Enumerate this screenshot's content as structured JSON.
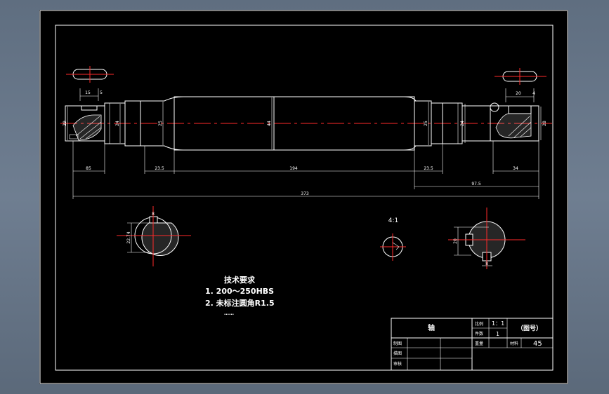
{
  "dimensions": {
    "d_left_end": "29",
    "d_left_journal": "24",
    "d_left_step": "25",
    "d_middle": "44",
    "d_right_step": "25",
    "d_right_journal": "24",
    "d_right_end": "28",
    "len_left_keyway": "15",
    "len_left_keyway_offset": "5",
    "len_right_keyway": "20",
    "len_right_keyway_offset": "4",
    "len_left_end": "85",
    "len_left_step": "23.5",
    "len_middle": "194",
    "len_right_step": "23.5",
    "len_right_end": "34",
    "len_right_total": "97.5",
    "len_overall": "373",
    "section_left_depth": "22.74",
    "section_left_width": "8",
    "section_right_depth": "20",
    "section_right_width": "8",
    "detail_scale": "4:1"
  },
  "requirements": {
    "title": "技术要求",
    "item1": "1. 200～250HBS",
    "item2": "2. 未标注圆角R1.5",
    "ellipsis": "……"
  },
  "title_block": {
    "part_name": "轴",
    "scale_label": "比例",
    "scale_value": "1：1",
    "qty_label": "件数",
    "qty_value": "1",
    "drawing_no": "（图号）",
    "weight_label": "重量",
    "material_label": "材料",
    "material_value": "45",
    "drawn_label": "制图",
    "check_label": "描图",
    "review_label": "审核"
  },
  "colors": {
    "background": "#66758a",
    "paper": "#000000",
    "outline": "#ffffff",
    "centerline": "#ff2a2a"
  }
}
